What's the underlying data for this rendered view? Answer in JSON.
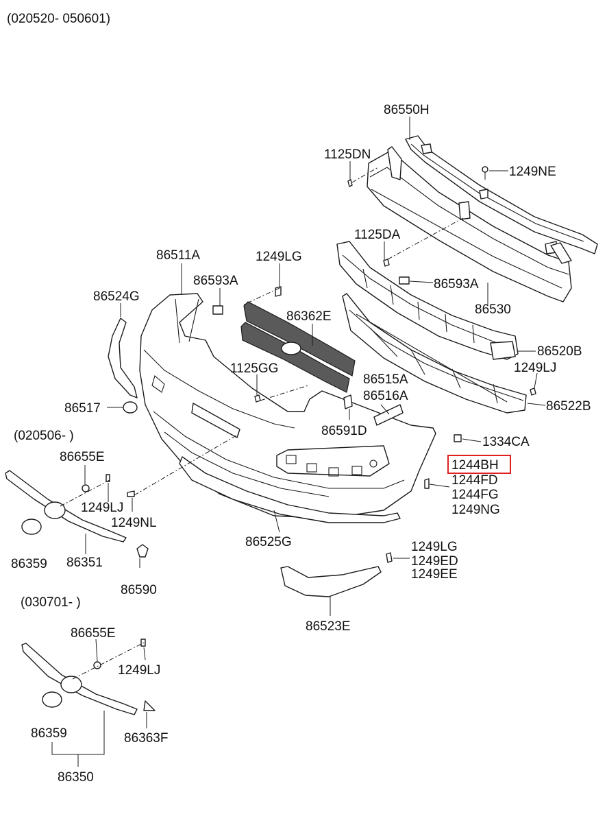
{
  "date_ranges": {
    "main": "(020520- 050601)",
    "variant_a": "(020506- )",
    "variant_b": "(030701- )"
  },
  "highlight_color": "#e02020",
  "part_numbers": {
    "p86550H": "86550H",
    "p1125DN": "1125DN",
    "p1249NE": "1249NE",
    "p1125DA": "1125DA",
    "p86593A_right": "86593A",
    "p86530": "86530",
    "p86511A": "86511A",
    "p1249LG_top": "1249LG",
    "p86593A_left": "86593A",
    "p86524G": "86524G",
    "p86362E": "86362E",
    "p86520B": "86520B",
    "p1125GG": "1125GG",
    "p1249LJ_right": "1249LJ",
    "p86515A": "86515A",
    "p86516A": "86516A",
    "p86522B": "86522B",
    "p86517": "86517",
    "p86591D": "86591D",
    "p1334CA": "1334CA",
    "p1244BH": "1244BH",
    "p1244FD": "1244FD",
    "p1244FG": "1244FG",
    "p1249NG": "1249NG",
    "p86655E_a": "86655E",
    "p1249LJ_a": "1249LJ",
    "p1249NL": "1249NL",
    "p86359_a": "86359",
    "p86351": "86351",
    "p86525G": "86525G",
    "p1249LG_bottom": "1249LG",
    "p1249ED": "1249ED",
    "p1249EE": "1249EE",
    "p86590": "86590",
    "p86523E": "86523E",
    "p86655E_b": "86655E",
    "p1249LJ_b": "1249LJ",
    "p86359_b": "86359",
    "p86363F": "86363F",
    "p86350": "86350"
  }
}
